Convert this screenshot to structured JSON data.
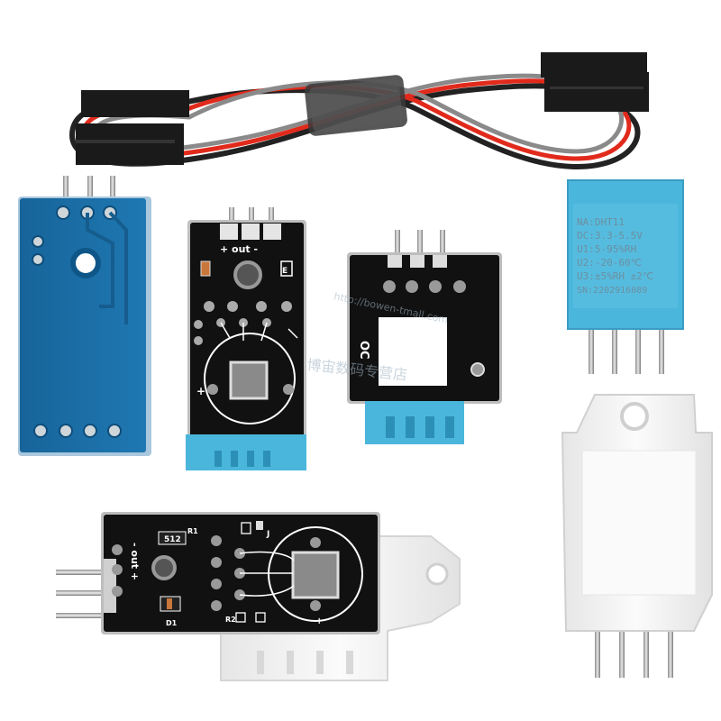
{
  "photo": {
    "products": {
      "module_a": {
        "pins": "+ out -",
        "marks": [
          "E"
        ]
      },
      "module_b": {
        "mark": "OC"
      },
      "module_c": {
        "pins": "- out +",
        "marks": [
          "512",
          "R1",
          "R2",
          "D1",
          "J"
        ]
      }
    },
    "dht11_label": {
      "line1": "NA:DHT11",
      "line2": "DC:3.3-5.5V",
      "line3": "U1:5-95%RH",
      "line4": "U2:-20-60℃",
      "line5": "U3:±5%RH ±2℃",
      "line6": "SN:2202916089"
    },
    "watermark": {
      "url": "http://bowen-tmall.com",
      "shop_name": "博宙数码专营店"
    }
  },
  "colors": {
    "blue_pcb": "#1c6fa6",
    "black_pcb": "#111111",
    "dht11_blue": "#4ab6db",
    "dht22_white": "#f4f4f4",
    "wire_red": "#e12a1c",
    "wire_grey": "#8a8a8a",
    "wire_black": "#222222"
  }
}
